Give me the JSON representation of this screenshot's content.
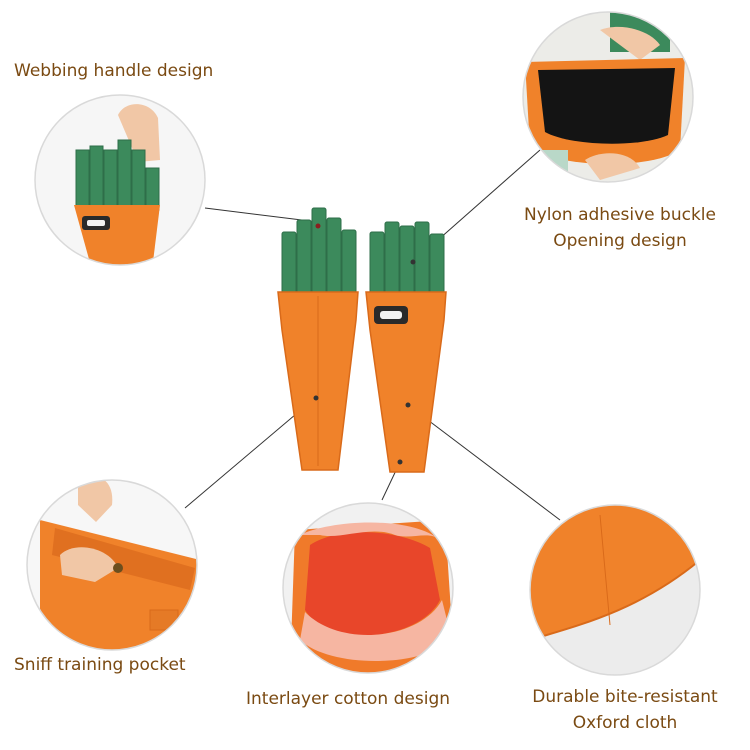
{
  "colors": {
    "label_text": "#7a4a12",
    "orange": "#f0822a",
    "orange_dark": "#d96a1a",
    "green": "#3c8a5c",
    "green_dark": "#2e6e49",
    "leader_line": "#333333",
    "circle_border": "#d9d9d9"
  },
  "callouts": {
    "webbing": "Webbing handle design",
    "nylon_line1": "Nylon adhesive buckle",
    "nylon_line2": "Opening design",
    "sniff": "Sniff training pocket",
    "interlayer": "Interlayer cotton design",
    "durable_line1": "Durable bite-resistant",
    "durable_line2": "Oxford cloth"
  }
}
